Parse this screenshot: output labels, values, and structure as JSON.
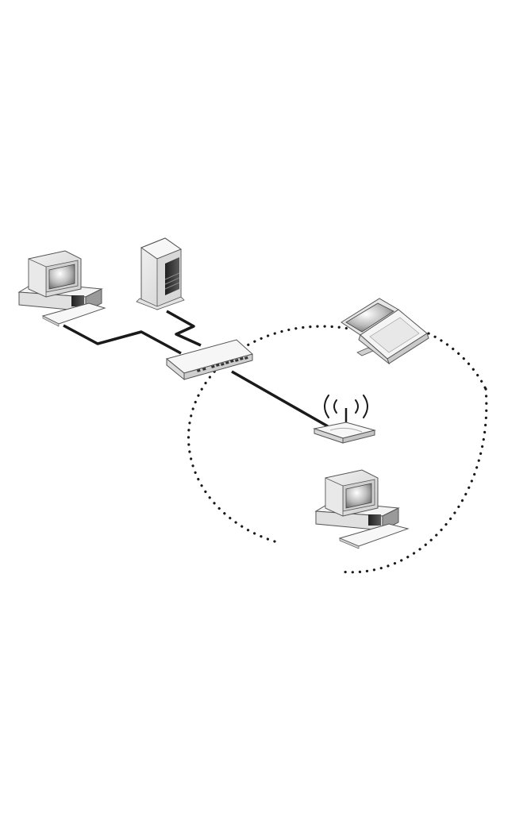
{
  "diagram": {
    "kind": "network-topology",
    "wired_link_color": "#1a1a1a",
    "wireless_zone_border": "dotted",
    "devices": [
      {
        "role": "wired-desktop-computer",
        "icon": "desktop-computer-icon",
        "connection": "wired"
      },
      {
        "role": "tower-server",
        "icon": "tower-server-icon",
        "connection": "wired"
      },
      {
        "role": "network-switch",
        "icon": "switch-icon",
        "connection": "hub"
      },
      {
        "role": "wireless-access-point",
        "icon": "wireless-router-icon",
        "connection": "wired"
      },
      {
        "role": "wireless-laptop",
        "icon": "laptop-icon",
        "connection": "wireless"
      },
      {
        "role": "wireless-desktop-computer",
        "icon": "desktop-computer-icon",
        "connection": "wireless"
      }
    ]
  }
}
